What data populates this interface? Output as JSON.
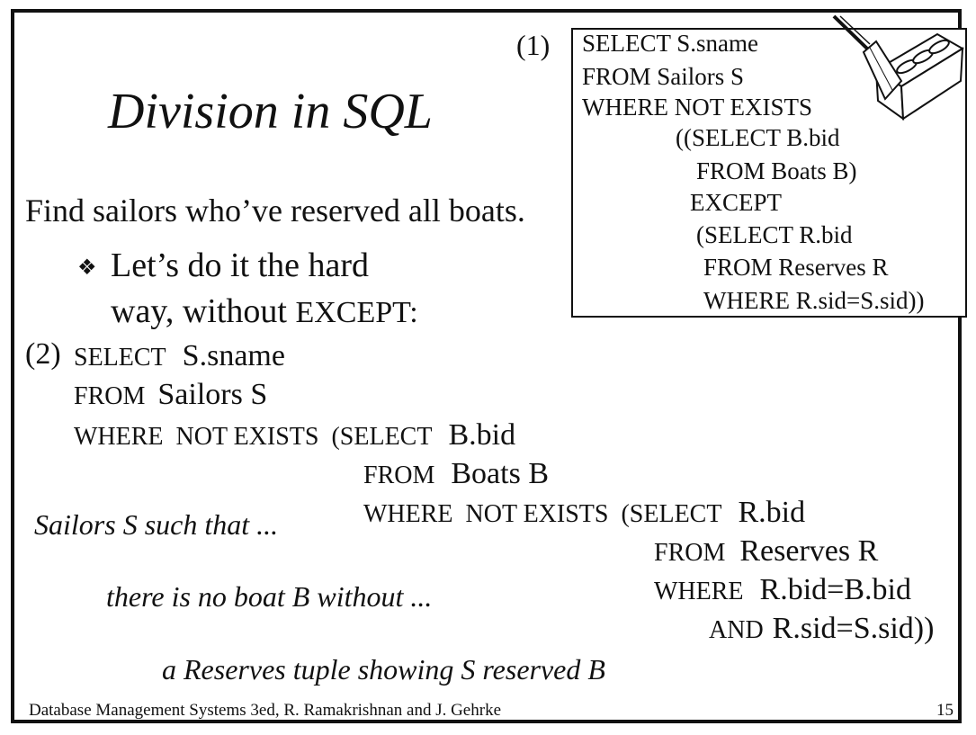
{
  "slide": {
    "title": "Division in SQL",
    "intro": "Find sailors who’ve reserved all boats.",
    "bullet_symbol": "❖",
    "bullet_line1": "Let’s do it the hard",
    "bullet_line2_prefix": "way, without ",
    "bullet_line2_kw": "EXCEPT:",
    "box_label": "(1)",
    "box_lines": [
      "SELECT  S.sname",
      "FROM  Sailors S",
      "WHERE  NOT EXISTS",
      "((SELECT  B.bid",
      "FROM  Boats B)",
      "EXCEPT",
      "(SELECT  R.bid",
      "FROM  Reserves R",
      "WHERE  R.sid=S.sid))"
    ],
    "q2_label": "(2)",
    "q2": {
      "l1_kw": "SELECT",
      "l1_id": "S.sname",
      "l2_kw": "FROM",
      "l2_id": "Sailors S",
      "l3_kw": "WHERE  NOT EXISTS",
      "l3_kw2": "(SELECT",
      "l3_id": "B.bid",
      "l4_kw": "FROM",
      "l4_id": "Boats B",
      "l5_kw": "WHERE  NOT EXISTS",
      "l5_kw2": "(SELECT",
      "l5_id": "R.bid",
      "l6_kw": "FROM",
      "l6_id": "Reserves R",
      "l7_kw": "WHERE",
      "l7_id": "R.bid=B.bid",
      "l8_kw": "AND",
      "l8_id": "R.sid=S.sid))"
    },
    "note1": "Sailors S such that ...",
    "note2": "there is no boat B without ...",
    "note3": "a Reserves tuple showing S reserved B",
    "footer": "Database Management Systems 3ed,  R. Ramakrishnan and J. Gehrke",
    "page_number": "15"
  },
  "icons": {
    "corner": "trowel-brick-icon"
  },
  "colors": {
    "text": "#111111",
    "background": "#ffffff",
    "border": "#111111"
  }
}
